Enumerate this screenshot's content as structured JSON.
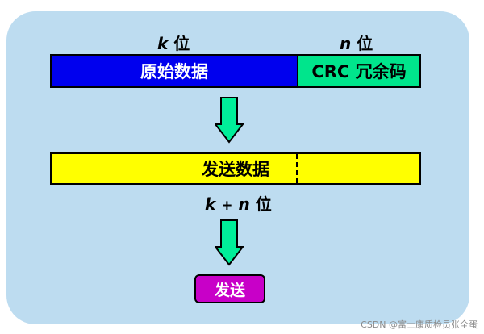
{
  "labels": {
    "k_var": "k",
    "k_unit": "位",
    "n_var": "n",
    "n_unit": "位",
    "kn_k": "k",
    "kn_plus": "+",
    "kn_n": "n",
    "kn_unit": "位"
  },
  "frame": {
    "data_label": "原始数据",
    "crc_label": "CRC 冗余码"
  },
  "send_frame": {
    "label": "发送数据"
  },
  "send_button": {
    "label": "发送"
  },
  "watermark": "CSDN @富士康质检员张全蛋",
  "colors": {
    "panel": "#bddcf0",
    "data_block": "#0000ee",
    "crc_block": "#00e58c",
    "send_frame": "#ffff00",
    "arrow": "#00ee99",
    "send_button": "#c800c8"
  }
}
